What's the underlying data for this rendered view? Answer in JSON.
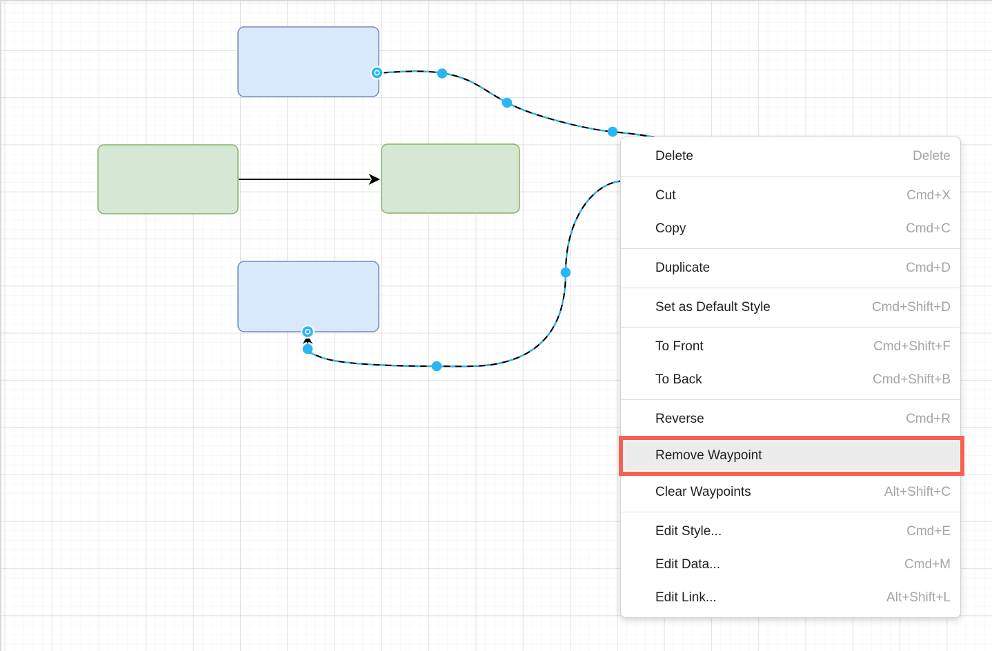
{
  "app": {
    "name": "diagram-editor-canvas"
  },
  "colors": {
    "shape_blue_fill": "#dae8fc",
    "shape_blue_stroke": "#6c8ebf",
    "shape_green_fill": "#d5e8d4",
    "shape_green_stroke": "#82b366",
    "edge_color": "#000000",
    "selection_handle": "#29b6f2",
    "highlight_border": "#f8604f",
    "highlight_bg": "#ececec",
    "menu_text": "#1f1f1f",
    "menu_shortcut": "#a5a5a5"
  },
  "diagram": {
    "edge_state": "selected-with-waypoints",
    "waypoint_count": 6
  },
  "menu": {
    "items": [
      {
        "label": "Delete",
        "shortcut": "Delete"
      },
      {
        "label": "Cut",
        "shortcut": "Cmd+X"
      },
      {
        "label": "Copy",
        "shortcut": "Cmd+C"
      },
      {
        "label": "Duplicate",
        "shortcut": "Cmd+D"
      },
      {
        "label": "Set as Default Style",
        "shortcut": "Cmd+Shift+D"
      },
      {
        "label": "To Front",
        "shortcut": "Cmd+Shift+F"
      },
      {
        "label": "To Back",
        "shortcut": "Cmd+Shift+B"
      },
      {
        "label": "Reverse",
        "shortcut": "Cmd+R"
      },
      {
        "label": "Remove Waypoint",
        "shortcut": ""
      },
      {
        "label": "Clear Waypoints",
        "shortcut": "Alt+Shift+C"
      },
      {
        "label": "Edit Style...",
        "shortcut": "Cmd+E"
      },
      {
        "label": "Edit Data...",
        "shortcut": "Cmd+M"
      },
      {
        "label": "Edit Link...",
        "shortcut": "Alt+Shift+L"
      }
    ]
  }
}
